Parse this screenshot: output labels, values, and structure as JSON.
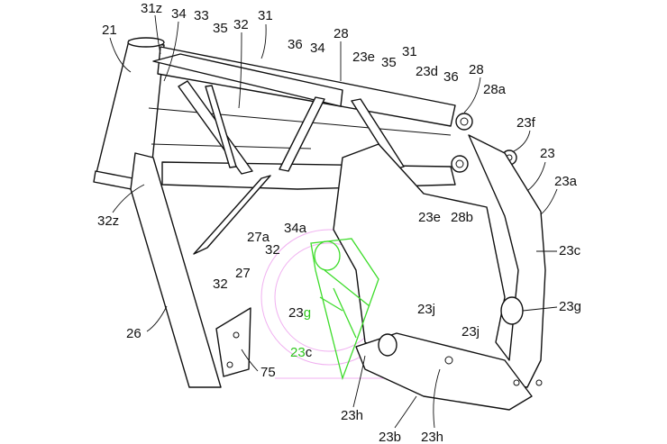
{
  "figure": {
    "title": "Motorcycle body frame patent drawing",
    "labels": [
      "21",
      "31z",
      "34",
      "33",
      "35",
      "32",
      "31",
      "36",
      "34",
      "28",
      "23e",
      "35",
      "31",
      "23d",
      "36",
      "28",
      "28a",
      "23f",
      "23",
      "23a",
      "23e",
      "28b",
      "32z",
      "34a",
      "27a",
      "32",
      "32",
      "27",
      "23c",
      "26",
      "23g",
      "23j",
      "23j",
      "23",
      "g",
      "23",
      "c",
      "75",
      "23h",
      "23b",
      "23h"
    ],
    "colors": {
      "line": "#111111",
      "highlight": "#3ddc2a",
      "stamp": "#f0b0f0"
    }
  }
}
